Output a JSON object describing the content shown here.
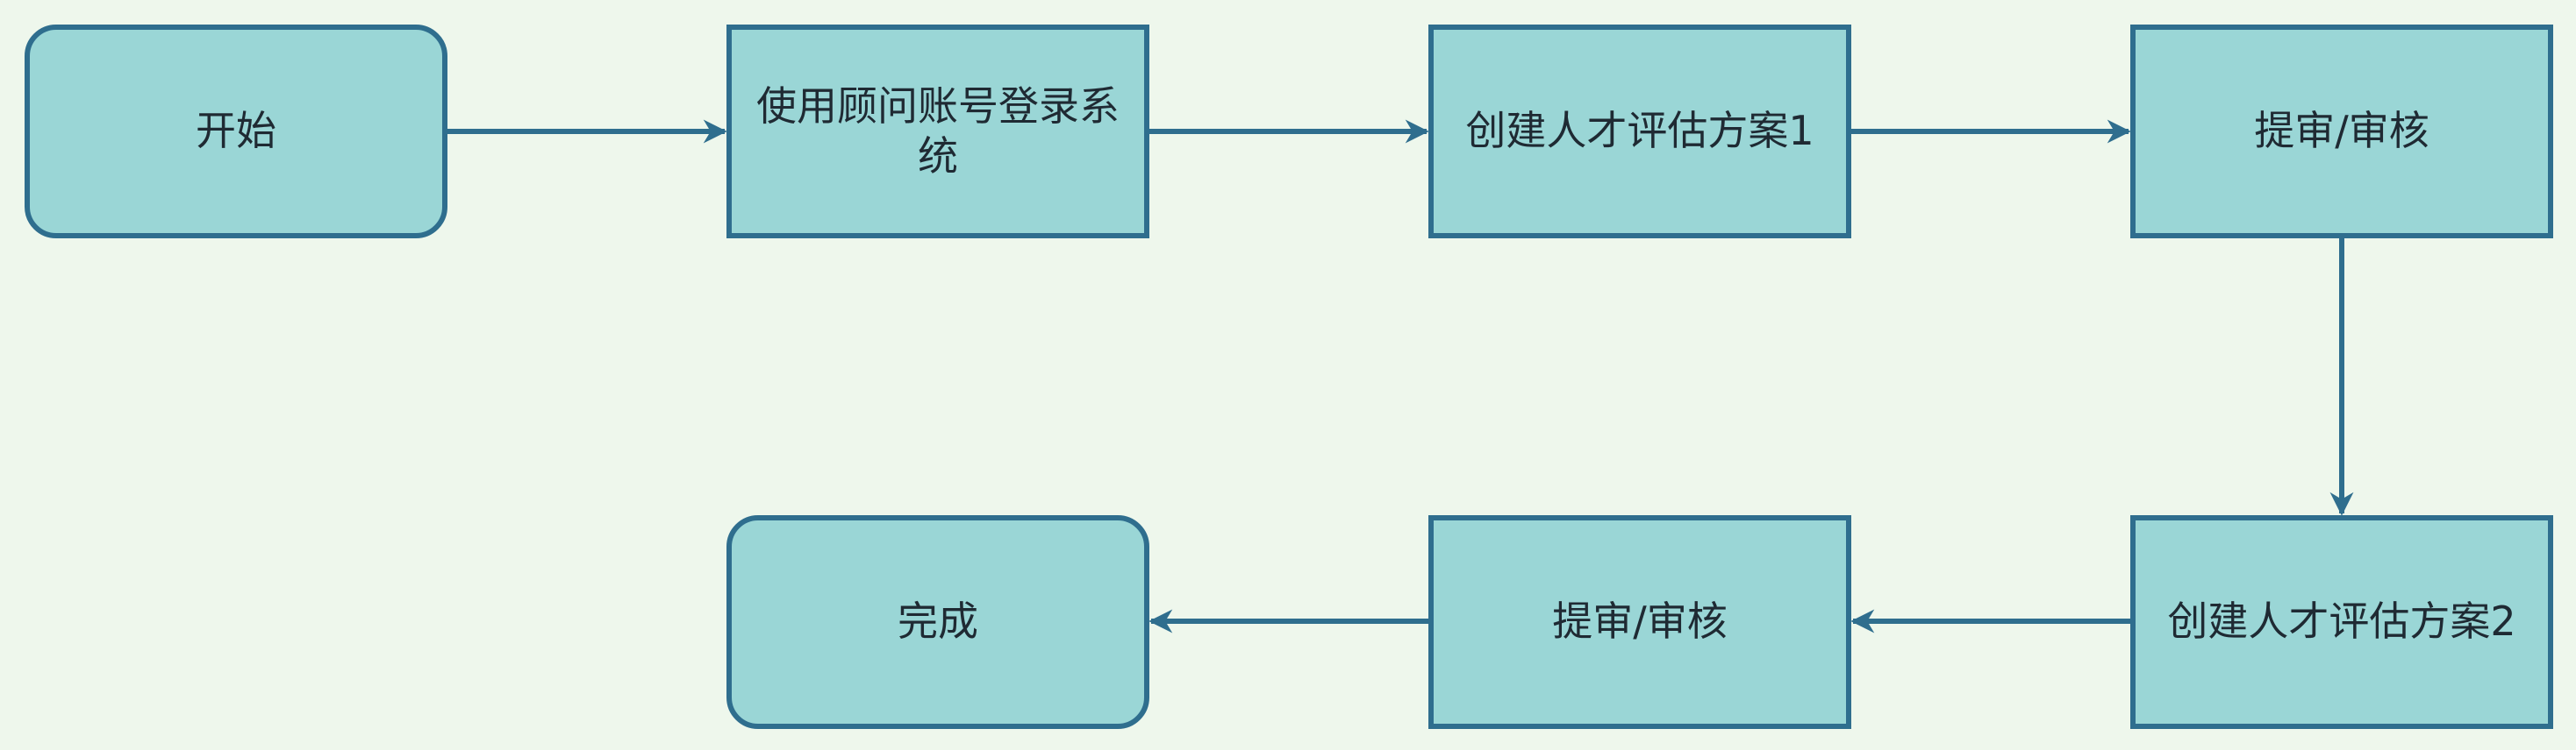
{
  "diagram": {
    "colors": {
      "background": "#EEF7EC",
      "node_fill": "#9AD6D6",
      "node_stroke": "#2F6E8E",
      "edge": "#2F6E8E",
      "text": "#1F2A33"
    },
    "nodes": {
      "start": {
        "label": "开始",
        "shape": "rounded-rectangle"
      },
      "login": {
        "label": "使用顾问账号登录系统",
        "shape": "rectangle"
      },
      "create_plan_1": {
        "label": "创建人才评估方案1",
        "shape": "rectangle"
      },
      "review_1": {
        "label": "提审/审核",
        "shape": "rectangle"
      },
      "create_plan_2": {
        "label": "创建人才评估方案2",
        "shape": "rectangle"
      },
      "review_2": {
        "label": "提审/审核",
        "shape": "rectangle"
      },
      "done": {
        "label": "完成",
        "shape": "rounded-rectangle"
      }
    },
    "edges": [
      {
        "from": "start",
        "to": "login"
      },
      {
        "from": "login",
        "to": "create_plan_1"
      },
      {
        "from": "create_plan_1",
        "to": "review_1"
      },
      {
        "from": "review_1",
        "to": "create_plan_2"
      },
      {
        "from": "create_plan_2",
        "to": "review_2"
      },
      {
        "from": "review_2",
        "to": "done"
      }
    ]
  }
}
